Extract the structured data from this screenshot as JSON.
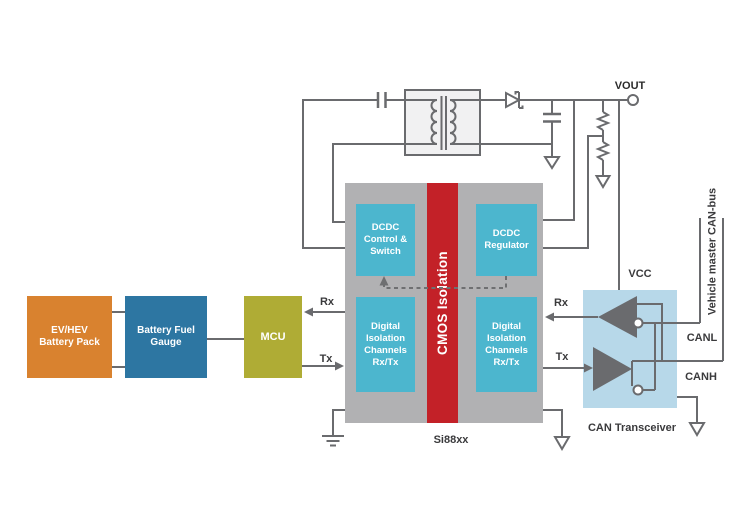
{
  "colors": {
    "wire": "#6A6B6E",
    "battery_pack": "#D9822F",
    "battery_fuel_gauge": "#2D76A2",
    "mcu": "#AFAC35",
    "si88xx_body": "#B1B1B3",
    "isolation_channel": "#4CB6CE",
    "cmos_isolation_bar": "#C32128",
    "can_transceiver": "#B7D8E9",
    "amplifier": "#6A6B6E",
    "label_text": "#3A3A3C"
  },
  "blocks": {
    "battery": {
      "label": "EV/HEV\nBattery Pack"
    },
    "fuel_gauge": {
      "label": "Battery Fuel\nGauge"
    },
    "mcu": {
      "label": "MCU"
    },
    "dcdc_control": {
      "label": "DCDC\nControl &\nSwitch"
    },
    "dcdc_regulator": {
      "label": "DCDC\nRegulator"
    },
    "iso_channels_left": {
      "label": "Digital\nIsolation\nChannels\nRx/Tx"
    },
    "iso_channels_right": {
      "label": "Digital\nIsolation\nChannels\nRx/Tx"
    },
    "isolation_bar": {
      "label": "CMOS Isolation"
    },
    "si88xx": {
      "label": "Si88xx"
    },
    "can_transceiver": {
      "label": "CAN Transceiver"
    }
  },
  "signals": {
    "vout": "VOUT",
    "vcc": "VCC",
    "canl": "CANL",
    "canh": "CANH",
    "rx_mcu": "Rx",
    "tx_mcu": "Tx",
    "rx_can": "Rx",
    "tx_can": "Tx",
    "can_bus": "Vehicle master CAN-bus"
  }
}
